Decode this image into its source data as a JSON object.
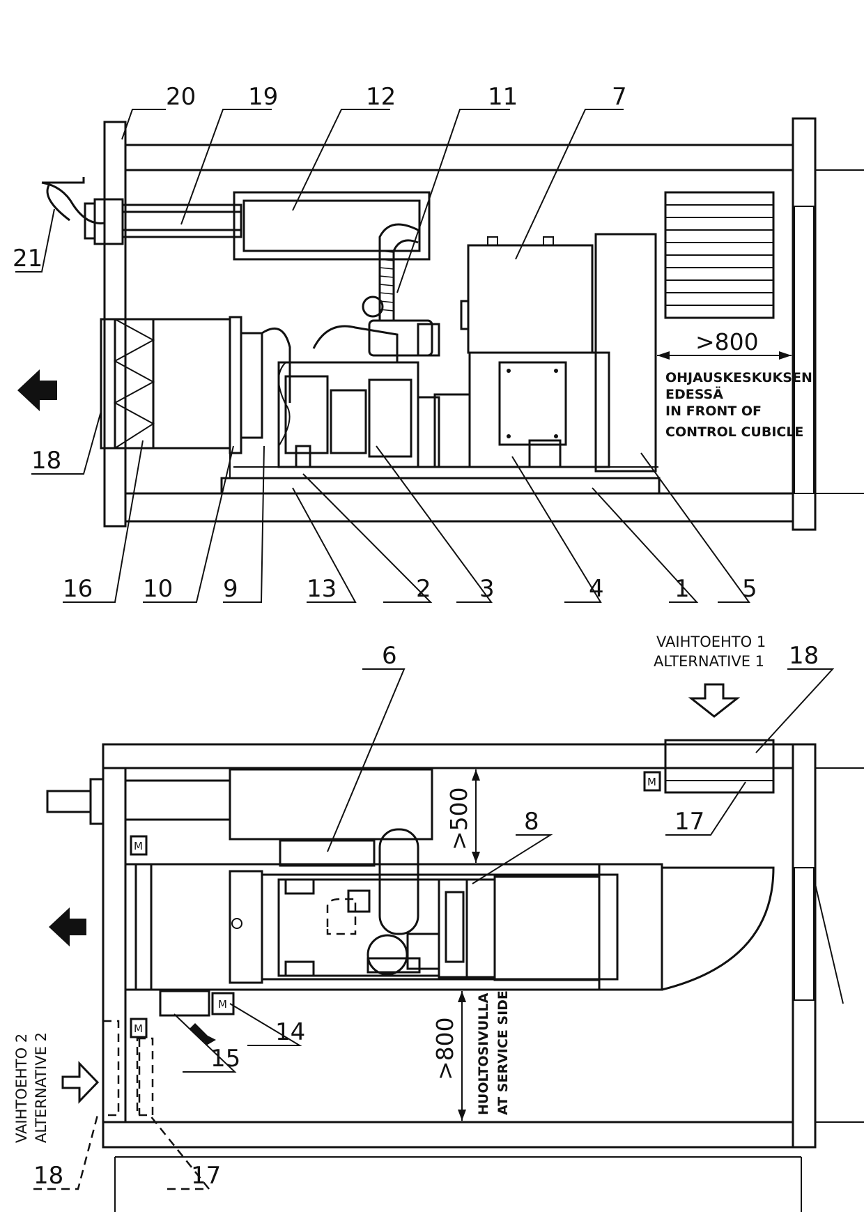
{
  "labels": {
    "n1": "1",
    "n2": "2",
    "n3": "3",
    "n4": "4",
    "n5": "5",
    "n6": "6",
    "n7": "7",
    "n8": "8",
    "n9": "9",
    "n10": "10",
    "n11": "11",
    "n12": "12",
    "n13": "13",
    "n14": "14",
    "n15": "15",
    "n16": "16",
    "n17a": "17",
    "n17b": "17",
    "n18a": "18",
    "n18b": "18",
    "n18c": "18",
    "n19": "19",
    "n20": "20",
    "n21": "21"
  },
  "notes": {
    "control_line1": "OHJAUSKESKUKSEN",
    "control_line2": "EDESSÄ",
    "control_line3": "IN FRONT OF",
    "control_line4": "CONTROL CUBICLE",
    "alt1_line1": "VAIHTOEHTO 1",
    "alt1_line2": "ALTERNATIVE 1",
    "alt2_line1": "VAIHTOEHTO 2",
    "alt2_line2": "ALTERNATIVE 2",
    "service_line1": "HUOLTOSIVULLA",
    "service_line2": "AT SERVICE SIDE"
  },
  "dimensions": {
    "front_control": ">800",
    "top_clearance": ">500",
    "service_side": ">800"
  },
  "motor_marks": {
    "m1": "M",
    "m2": "M",
    "m3": "M",
    "m4": "M"
  }
}
